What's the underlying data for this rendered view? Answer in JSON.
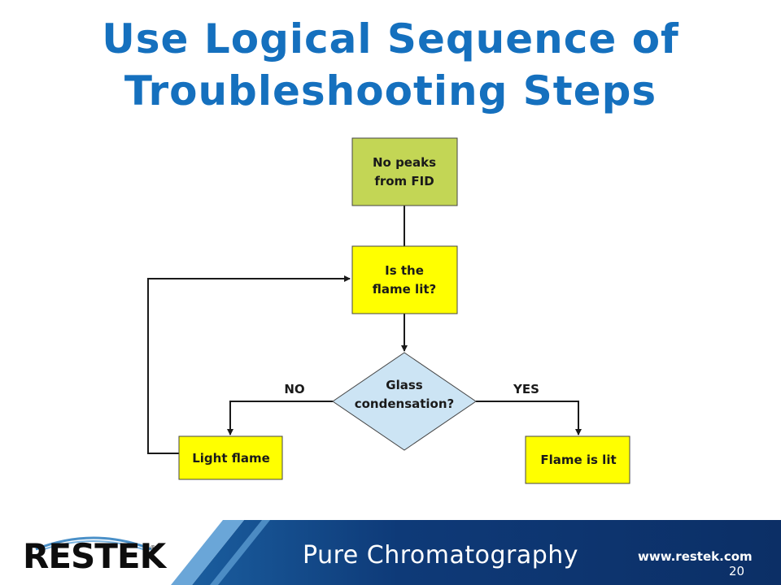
{
  "slide": {
    "title_line1": "Use Logical Sequence of",
    "title_line2": "Troubleshooting Steps"
  },
  "flowchart": {
    "nodes": {
      "start": {
        "line1": "No peaks",
        "line2": "from FID",
        "color": "#c3d655"
      },
      "check_flame": {
        "line1": "Is the",
        "line2": "flame lit?",
        "color": "#ffff00"
      },
      "decision": {
        "line1": "Glass",
        "line2": "condensation?",
        "color": "#cce4f4"
      },
      "light_flame": {
        "label": "Light flame",
        "color": "#ffff00"
      },
      "flame_lit": {
        "label": "Flame is lit",
        "color": "#ffff00"
      }
    },
    "edges": {
      "no_label": "NO",
      "yes_label": "YES"
    }
  },
  "footer": {
    "logo": "RESTEK",
    "tagline": "Pure Chromatography",
    "website": "www.restek.com",
    "page_number": "20",
    "colors": {
      "dark_blue": "#0c2f66",
      "mid_blue": "#1a5d9e",
      "light_blue": "#6aa6d8"
    }
  }
}
